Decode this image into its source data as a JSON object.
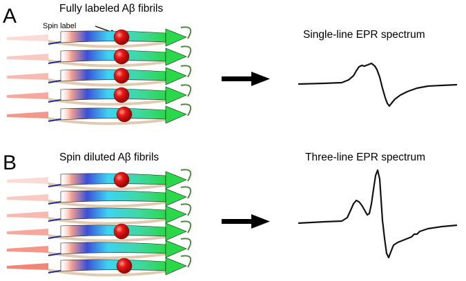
{
  "panels": [
    {
      "letter": "A",
      "title": "Fully labeled Aβ fibrils",
      "spin_label": "Spin label",
      "epr_title": "Single-line EPR spectrum",
      "strand_count": 5,
      "labeled_strands": [
        0,
        1,
        2,
        3,
        4
      ]
    },
    {
      "letter": "B",
      "title": "Spin diluted Aβ fibrils",
      "epr_title": "Three-line EPR spectrum",
      "strand_count": 6,
      "labeled_strands": [
        0,
        3,
        5
      ]
    }
  ],
  "colors": {
    "strand_tail": "#f07060",
    "strand_blue": "#3a4fd8",
    "strand_cyan": "#3fd3f0",
    "strand_green": "#2ad84a",
    "spin_sphere": "#e01010",
    "spin_linker": "#1a2a9a",
    "loop": "#4a8a3a",
    "arrow": "#000000"
  }
}
